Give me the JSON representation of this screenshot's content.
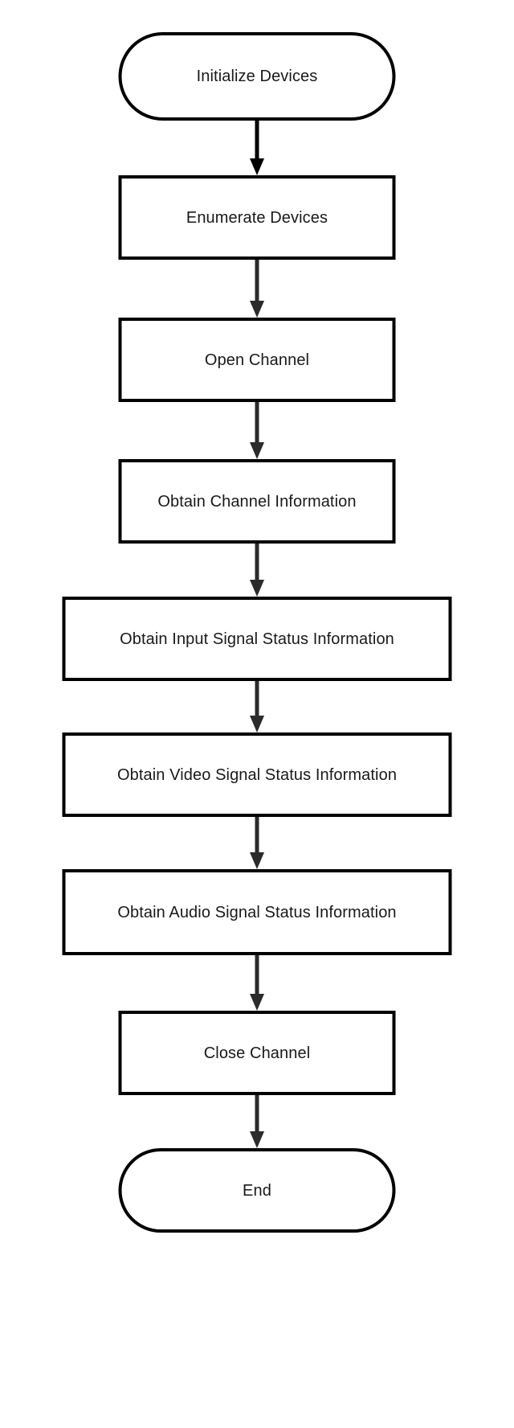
{
  "chart_data": {
    "type": "diagram",
    "diagram_type": "flowchart",
    "orientation": "top-to-bottom",
    "title": "",
    "node_count": 9,
    "edge_count": 8,
    "nodes": [
      {
        "id": "n1",
        "label": "Initialize Devices",
        "shape": "terminator"
      },
      {
        "id": "n2",
        "label": "Enumerate Devices",
        "shape": "process"
      },
      {
        "id": "n3",
        "label": "Open Channel",
        "shape": "process"
      },
      {
        "id": "n4",
        "label": "Obtain Channel Information",
        "shape": "process"
      },
      {
        "id": "n5",
        "label": "Obtain Input Signal Status Information",
        "shape": "process"
      },
      {
        "id": "n6",
        "label": "Obtain Video Signal Status Information",
        "shape": "process"
      },
      {
        "id": "n7",
        "label": "Obtain Audio Signal Status Information",
        "shape": "process"
      },
      {
        "id": "n8",
        "label": "Close Channel",
        "shape": "process"
      },
      {
        "id": "n9",
        "label": "End",
        "shape": "terminator"
      }
    ],
    "edges": [
      {
        "from": "n1",
        "to": "n2",
        "label": "",
        "arrow": "down"
      },
      {
        "from": "n2",
        "to": "n3",
        "label": "",
        "arrow": "down"
      },
      {
        "from": "n3",
        "to": "n4",
        "label": "",
        "arrow": "down"
      },
      {
        "from": "n4",
        "to": "n5",
        "label": "",
        "arrow": "down"
      },
      {
        "from": "n5",
        "to": "n6",
        "label": "",
        "arrow": "down"
      },
      {
        "from": "n6",
        "to": "n7",
        "label": "",
        "arrow": "down"
      },
      {
        "from": "n7",
        "to": "n8",
        "label": "",
        "arrow": "down"
      },
      {
        "from": "n8",
        "to": "n9",
        "label": "",
        "arrow": "down"
      }
    ]
  },
  "colors": {
    "background": "#ffffff",
    "node_border": "#000000",
    "node_fill": "#ffffff",
    "text": "#1a1a1a",
    "connector": "#2b2b2b"
  }
}
